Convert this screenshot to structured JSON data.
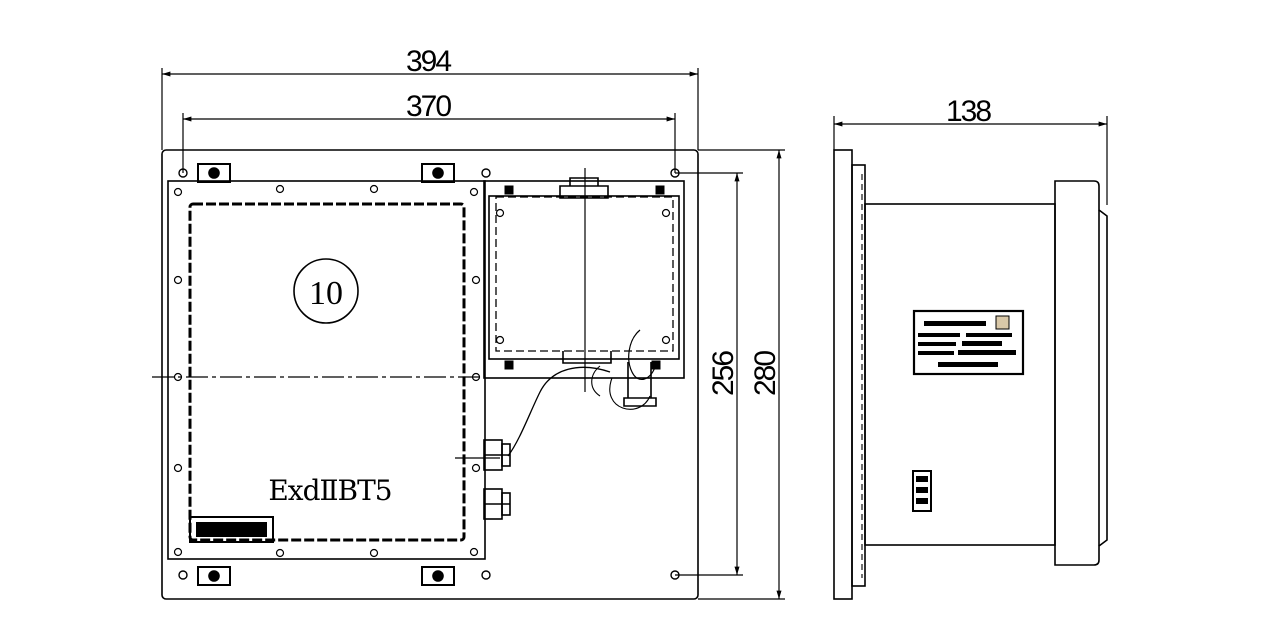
{
  "drawing": {
    "line_color": "#000000",
    "background": "#ffffff",
    "dimensions": {
      "overall_width": "394",
      "mount_hole_spacing_width": "370",
      "depth": "138",
      "mount_hole_spacing_height": "256",
      "overall_height": "280"
    },
    "item_number": "10",
    "ex_marking": "ExdⅡBT5"
  }
}
